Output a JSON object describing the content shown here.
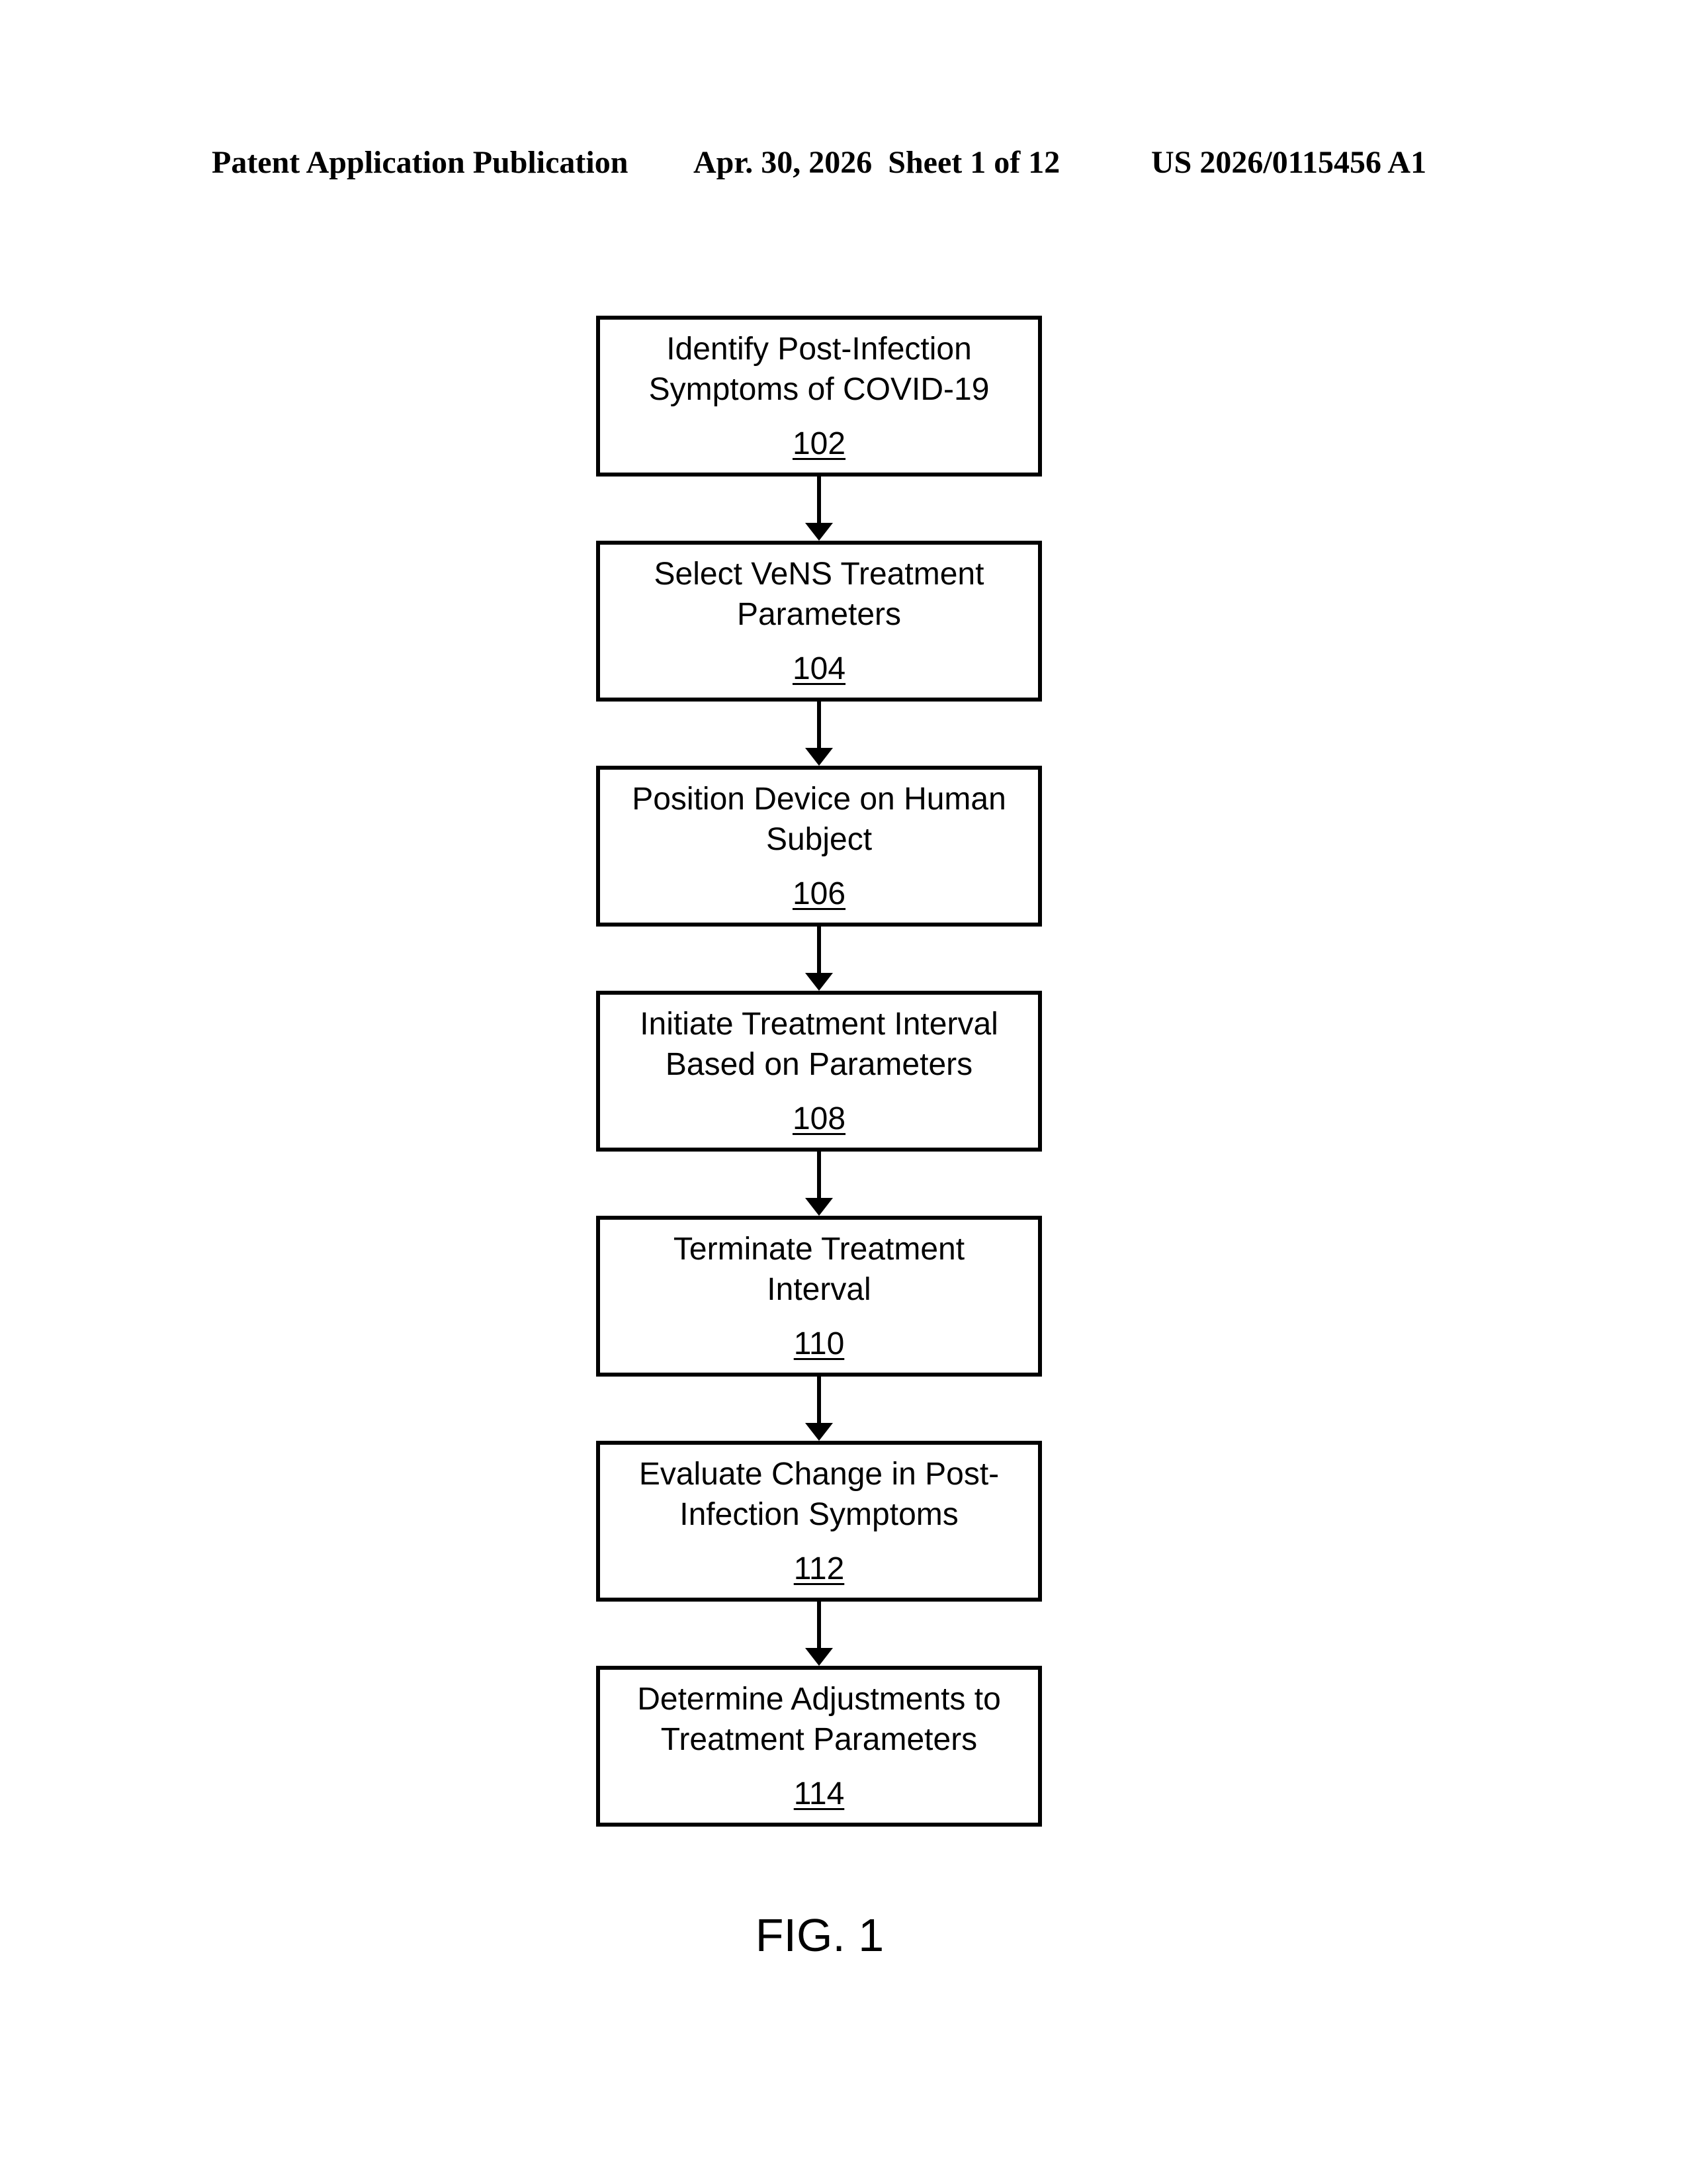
{
  "header": {
    "publication_type": "Patent Application Publication",
    "date_sheet": "Apr. 30, 2026  Sheet 1 of 12",
    "publication_number": "US 2026/0115456 A1"
  },
  "steps": [
    {
      "label": "Identify Post-Infection\nSymptoms of COVID-19",
      "ref": "102"
    },
    {
      "label": "Select VeNS Treatment\nParameters",
      "ref": "104"
    },
    {
      "label": "Position Device on Human\nSubject",
      "ref": "106"
    },
    {
      "label": "Initiate Treatment Interval\nBased on Parameters",
      "ref": "108"
    },
    {
      "label": "Terminate Treatment\nInterval",
      "ref": "110"
    },
    {
      "label": "Evaluate Change in Post-\nInfection Symptoms",
      "ref": "112"
    },
    {
      "label": "Determine Adjustments to\nTreatment Parameters",
      "ref": "114"
    }
  ],
  "figure_label": "FIG. 1"
}
